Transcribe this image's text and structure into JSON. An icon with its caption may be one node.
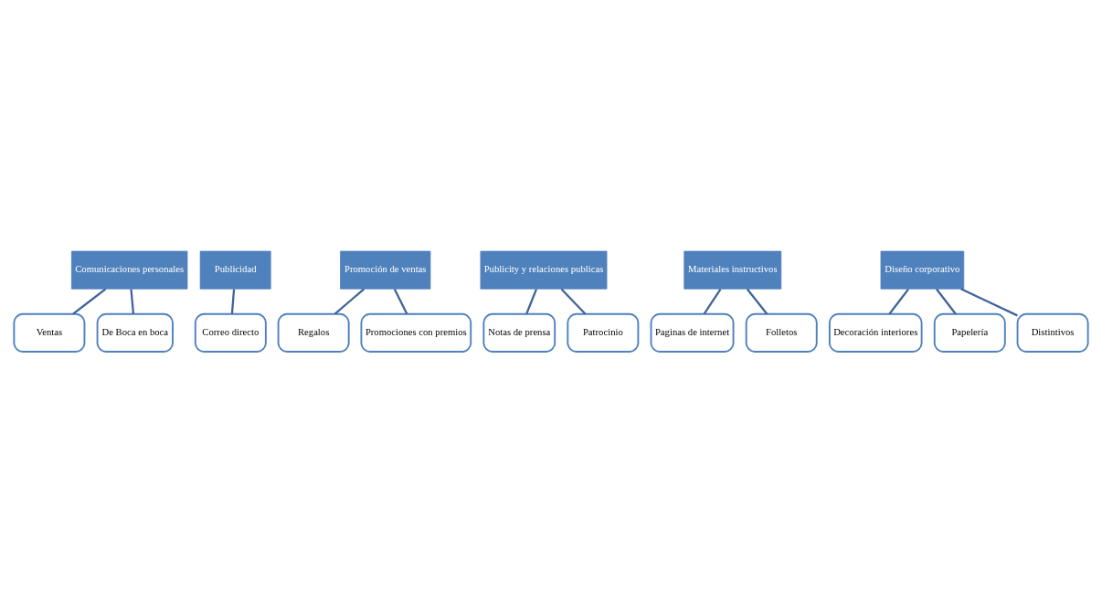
{
  "diagram": {
    "nodes": [
      {
        "text": [
          "Comunicaciones personales"
        ]
      },
      {
        "text": [
          "Ventas"
        ]
      },
      {
        "text": [
          "De Boca en boca"
        ]
      },
      {
        "text": [
          "Publicidad"
        ]
      },
      {
        "text": [
          "Correo directo"
        ]
      },
      {
        "text": [
          "Promoción de ventas"
        ]
      },
      {
        "text": [
          "Regalos"
        ]
      },
      {
        "text": [
          "Promociones con premios"
        ]
      },
      {
        "text": [
          "Publicity y relaciones publicas"
        ]
      },
      {
        "text": [
          "Notas de prensa"
        ]
      },
      {
        "text": [
          "Patrocinio"
        ]
      },
      {
        "text": [
          "Materiales instructivos"
        ]
      },
      {
        "text": [
          "Paginas de internet"
        ]
      },
      {
        "text": [
          "Folletos"
        ]
      },
      {
        "text": [
          "Diseño corporativo"
        ]
      },
      {
        "text": [
          "Decoración interiores"
        ]
      },
      {
        "text": [
          "Papelería"
        ]
      },
      {
        "text": [
          "Distintivos"
        ]
      }
    ],
    "edges": [
      {
        "from": 0,
        "to": 1,
        "arrow": "none"
      },
      {
        "from": 0,
        "to": 2,
        "arrow": "none"
      },
      {
        "from": 3,
        "to": 4,
        "arrow": "none"
      },
      {
        "from": 5,
        "to": 6,
        "arrow": "none"
      },
      {
        "from": 5,
        "to": 7,
        "arrow": "none"
      },
      {
        "from": 8,
        "to": 9,
        "arrow": "none"
      },
      {
        "from": 8,
        "to": 10,
        "arrow": "none"
      },
      {
        "from": 11,
        "to": 12,
        "arrow": "none"
      },
      {
        "from": 11,
        "to": 13,
        "arrow": "none"
      },
      {
        "from": 14,
        "to": 15,
        "arrow": "none"
      },
      {
        "from": 14,
        "to": 16,
        "arrow": "none"
      },
      {
        "from": 14,
        "to": 17,
        "arrow": "none"
      }
    ]
  }
}
